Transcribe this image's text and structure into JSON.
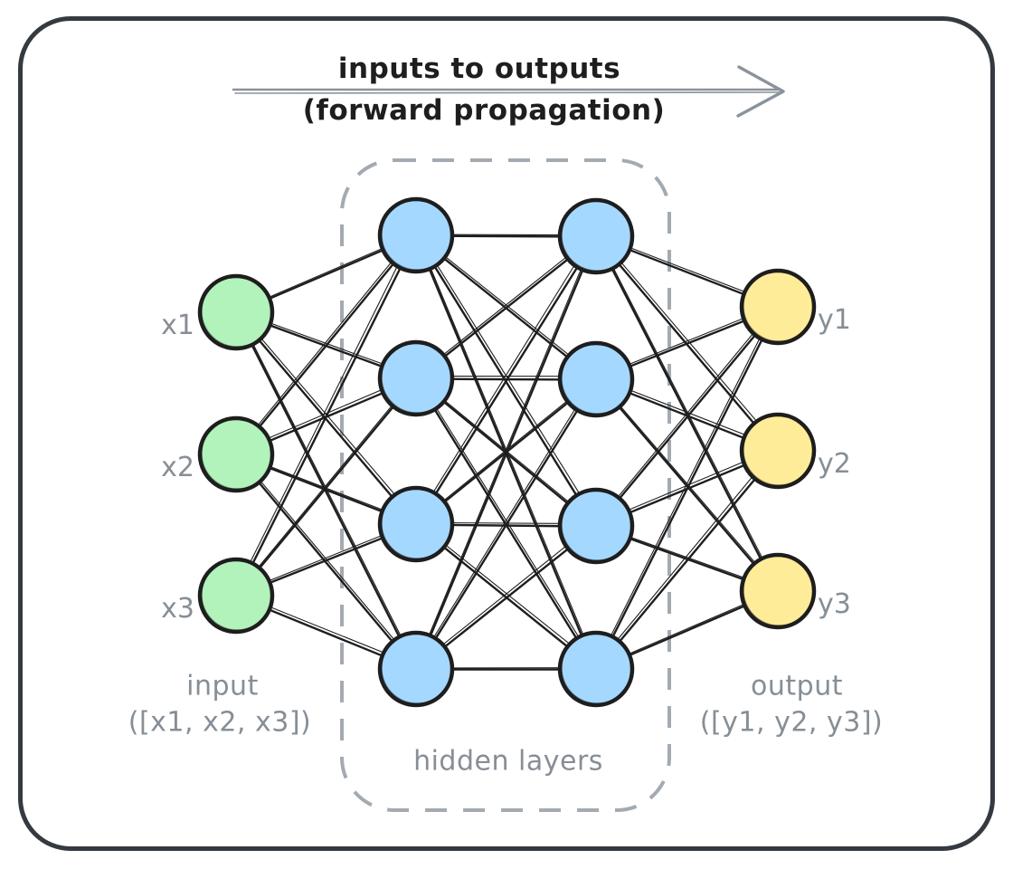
{
  "title": {
    "line1": "inputs to outputs",
    "line2": "(forward propagation)"
  },
  "captions": {
    "input_line1": "input",
    "input_line2": "([x1, x2, x3])",
    "output_line1": "output",
    "output_line2": "([y1, y2, y3])",
    "hidden": "hidden layers"
  },
  "network": {
    "connection_style": "fully-connected-between-adjacent-layers",
    "layers": [
      {
        "name": "input",
        "node_color": "#b2f2bb",
        "label_side": "left",
        "labels": [
          "x1",
          "x2",
          "x3"
        ]
      },
      {
        "name": "hidden-1",
        "node_color": "#a5d8ff",
        "label_side": "none",
        "labels": [
          "",
          "",
          "",
          ""
        ]
      },
      {
        "name": "hidden-2",
        "node_color": "#a5d8ff",
        "label_side": "none",
        "labels": [
          "",
          "",
          "",
          ""
        ]
      },
      {
        "name": "output",
        "node_color": "#ffec99",
        "label_side": "right",
        "labels": [
          "y1",
          "y2",
          "y3"
        ]
      }
    ]
  },
  "colors": {
    "node_stroke": "#1e1e1e",
    "edge": "#1e1e1e",
    "label_gray": "#868e96",
    "dashed_box": "#a3aab2",
    "card_border": "#343a40",
    "arrow": "#8a939c",
    "background": "#ffffff"
  }
}
